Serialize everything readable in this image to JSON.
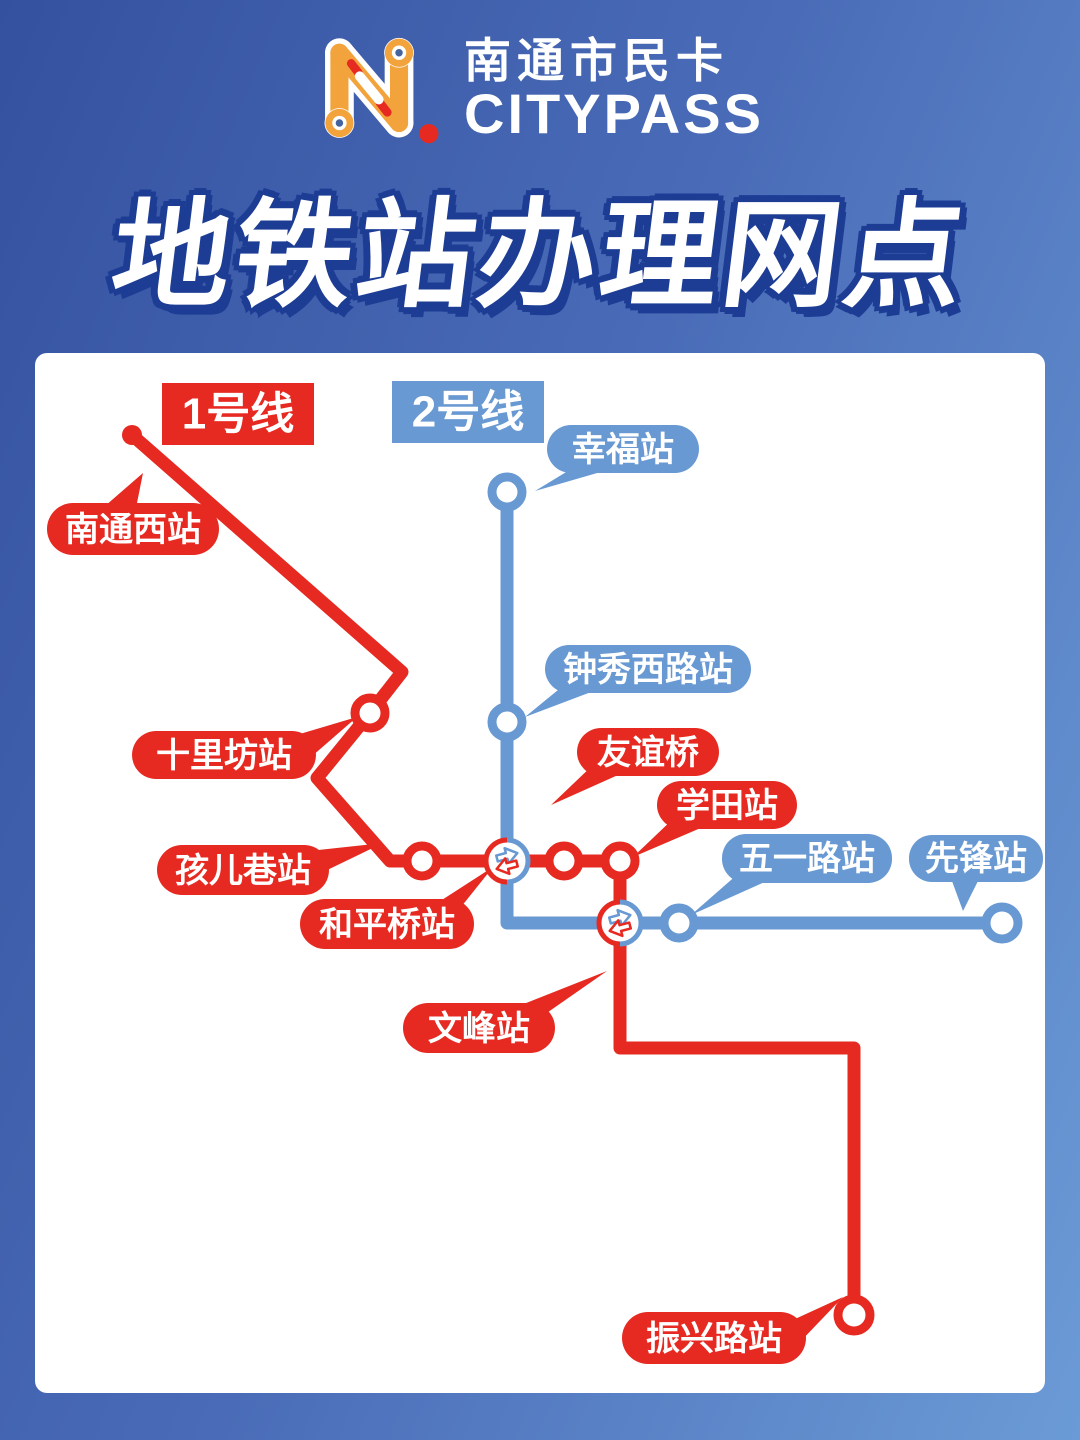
{
  "header": {
    "brand_cn": "南通市民卡",
    "brand_en": "CITYPASS",
    "logo_icon": "citypass-n-logo"
  },
  "title": "地铁站办理网点",
  "lines": {
    "line1": {
      "name": "1号线",
      "color": "#e62a21",
      "stations": [
        "南通西站",
        "十里坊站",
        "孩儿巷站",
        "和平桥站",
        "友谊桥",
        "学田站",
        "文峰站",
        "振兴路站"
      ]
    },
    "line2": {
      "name": "2号线",
      "color": "#6899d2",
      "stations": [
        "幸福站",
        "钟秀西路站",
        "五一路站",
        "先锋站"
      ]
    }
  },
  "icons": {
    "interchange": "transfer-arrows-icon",
    "station_marker": "station-circle",
    "terminus_marker": "terminus-circle"
  },
  "colors": {
    "background_top_left": "#34519f",
    "background_bottom_right": "#6b9bd6",
    "panel": "#ffffff",
    "title_text": "#ffffff",
    "title_outline": "#1d3d95",
    "line1_red": "#e62a21",
    "line2_blue": "#6899d2",
    "logo_orange": "#f2a33c",
    "logo_dot_red": "#e62a21"
  }
}
